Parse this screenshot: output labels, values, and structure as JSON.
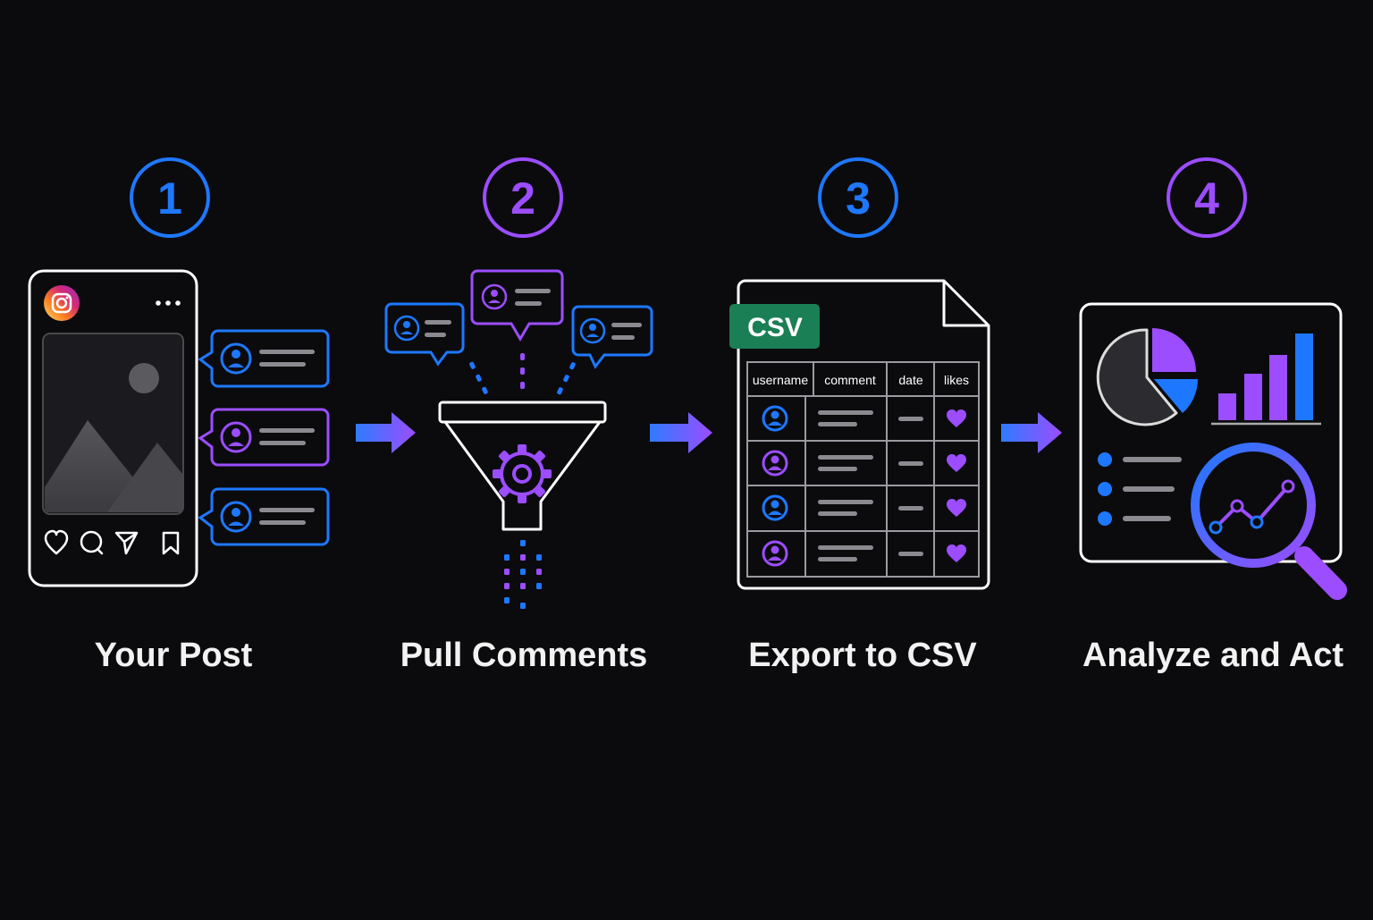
{
  "colors": {
    "background": "#0b0b0e",
    "blue": "#1e78ff",
    "purple": "#9b4dff",
    "white": "#ffffff",
    "gray": "#7a7a80",
    "csv_green": "#1a7f54"
  },
  "steps": [
    {
      "number": "1",
      "label": "Your Post",
      "color": "#1e78ff"
    },
    {
      "number": "2",
      "label": "Pull Comments",
      "color": "#9b4dff"
    },
    {
      "number": "3",
      "label": "Export to CSV",
      "color": "#1e78ff"
    },
    {
      "number": "4",
      "label": "Analyze and Act",
      "color": "#9b4dff"
    }
  ],
  "csv": {
    "badge": "CSV",
    "columns": [
      "username",
      "comment",
      "date",
      "likes"
    ]
  },
  "icons": {
    "post": [
      "instagram-logo-icon",
      "more-dots-icon",
      "image-placeholder-icon",
      "heart-icon",
      "comment-icon",
      "send-icon",
      "bookmark-icon"
    ],
    "pull": [
      "speech-bubble-user-icon",
      "funnel-icon",
      "gear-icon"
    ],
    "export": [
      "document-icon",
      "user-avatar-icon",
      "heart-icon"
    ],
    "analyze": [
      "pie-chart-icon",
      "bar-chart-icon",
      "magnifier-icon",
      "line-trend-icon"
    ],
    "arrows": [
      "arrow-right-icon"
    ]
  }
}
